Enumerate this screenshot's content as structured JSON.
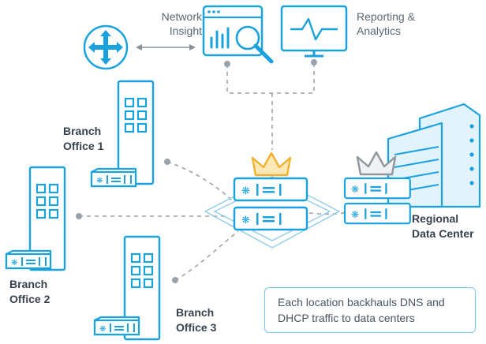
{
  "labels": {
    "network_insight": [
      "Network",
      "Insight"
    ],
    "reporting": [
      "Reporting &",
      "Analytics"
    ],
    "branch1": [
      "Branch",
      "Office 1"
    ],
    "branch2": [
      "Branch",
      "Office 2"
    ],
    "branch3": [
      "Branch",
      "Office 3"
    ],
    "datacenter": [
      "Regional",
      "Data Center"
    ]
  },
  "callout": [
    "Each location backhauls DNS and",
    "DHCP traffic to data centers"
  ],
  "colors": {
    "line": "#1aa2de",
    "fill": "#e3f3fc",
    "dash": "#9aa3aa",
    "gold": "#f2b02c",
    "grey_crown": "#8f969c",
    "text": "#37424c"
  },
  "icons": [
    "router-icon",
    "network-insight-icon",
    "reporting-monitor-icon",
    "appliance-icon",
    "building-icon",
    "crown-icon"
  ]
}
